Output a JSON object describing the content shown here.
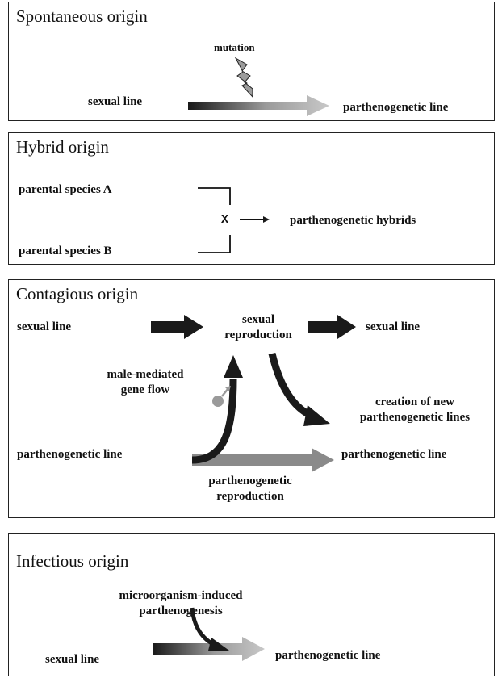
{
  "panels": {
    "spontaneous": {
      "title": "Spontaneous origin",
      "trigger": "mutation",
      "from": "sexual line",
      "to": "parthenogenetic line"
    },
    "hybrid": {
      "title": "Hybrid origin",
      "parent_a": "parental species A",
      "parent_b": "parental species B",
      "cross_symbol": "X",
      "result": "parthenogenetic hybrids"
    },
    "contagious": {
      "title": "Contagious origin",
      "sexual_in": "sexual line",
      "sexual_reproduction_1": "sexual",
      "sexual_reproduction_2": "reproduction",
      "sexual_out": "sexual line",
      "gene_flow_1": "male-mediated",
      "gene_flow_2": "gene flow",
      "new_lines_1": "creation of new",
      "new_lines_2": "parthenogenetic lines",
      "parth_in": "parthenogenetic line",
      "parth_out": "parthenogenetic line",
      "parth_reproduction_1": "parthenogenetic",
      "parth_reproduction_2": "reproduction"
    },
    "infectious": {
      "title": "Infectious origin",
      "trigger_1": "microorganism-induced",
      "trigger_2": "parthenogenesis",
      "from": "sexual line",
      "to": "parthenogenetic line"
    }
  },
  "icons": {
    "mutation": "lightning-bolt-icon",
    "gene_flow": "male-symbol-icon"
  },
  "colors": {
    "sexual": "#1a1a1a",
    "parthenogenetic": "#b0b0b0",
    "contagious_parth_arrow": "#8a8a8a"
  }
}
